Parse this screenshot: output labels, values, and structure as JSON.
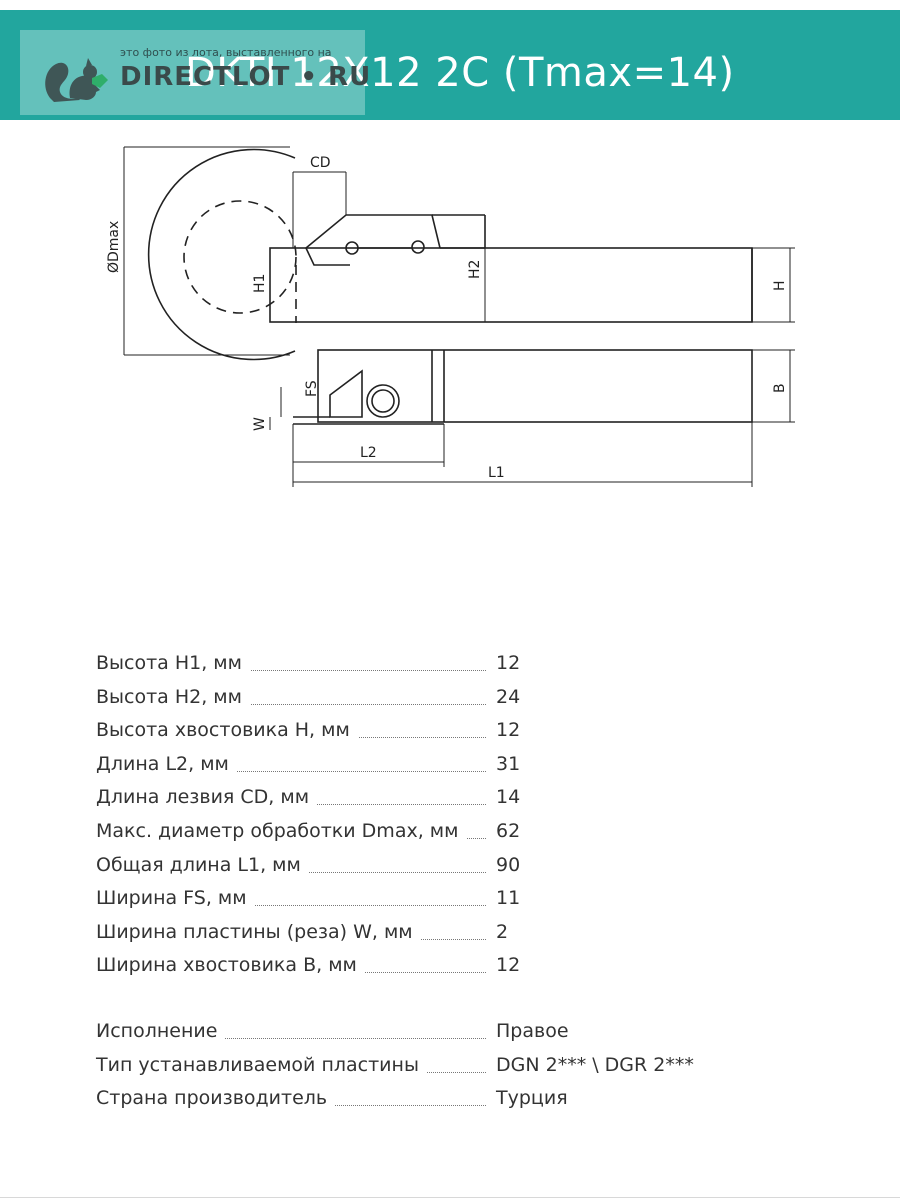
{
  "header": {
    "title": "DKTI 12X12 2C (Tmax=14)",
    "background": "#22a69e"
  },
  "watermark": {
    "caption": "это фото из лота, выставленного на",
    "brand": "DIRECTLOT • RU"
  },
  "drawing": {
    "labels": {
      "cd": "CD",
      "dmax": "ØDmax",
      "h1": "H1",
      "h2": "H2",
      "h": "H",
      "b": "B",
      "fs": "FS",
      "w": "W",
      "l2": "L2",
      "l1": "L1"
    }
  },
  "specs": [
    {
      "label": "Высота H1, мм",
      "value": "12"
    },
    {
      "label": "Высота H2, мм",
      "value": "24"
    },
    {
      "label": "Высота хвостовика H, мм",
      "value": "12"
    },
    {
      "label": "Длина L2, мм",
      "value": "31"
    },
    {
      "label": "Длина лезвия CD, мм",
      "value": "14"
    },
    {
      "label": "Макс. диаметр обработки Dmax, мм",
      "value": "62"
    },
    {
      "label": "Общая длина L1, мм",
      "value": "90"
    },
    {
      "label": "Ширина FS, мм",
      "value": "11"
    },
    {
      "label": "Ширина пластины (реза) W, мм",
      "value": "2"
    },
    {
      "label": "Ширина хвостовика B, мм",
      "value": "12"
    }
  ],
  "details": [
    {
      "label": "Исполнение",
      "value": "Правое"
    },
    {
      "label": "Тип устанавливаемой пластины",
      "value": "DGN 2*** \\ DGR 2***"
    },
    {
      "label": "Страна производитель",
      "value": "Турция"
    }
  ]
}
